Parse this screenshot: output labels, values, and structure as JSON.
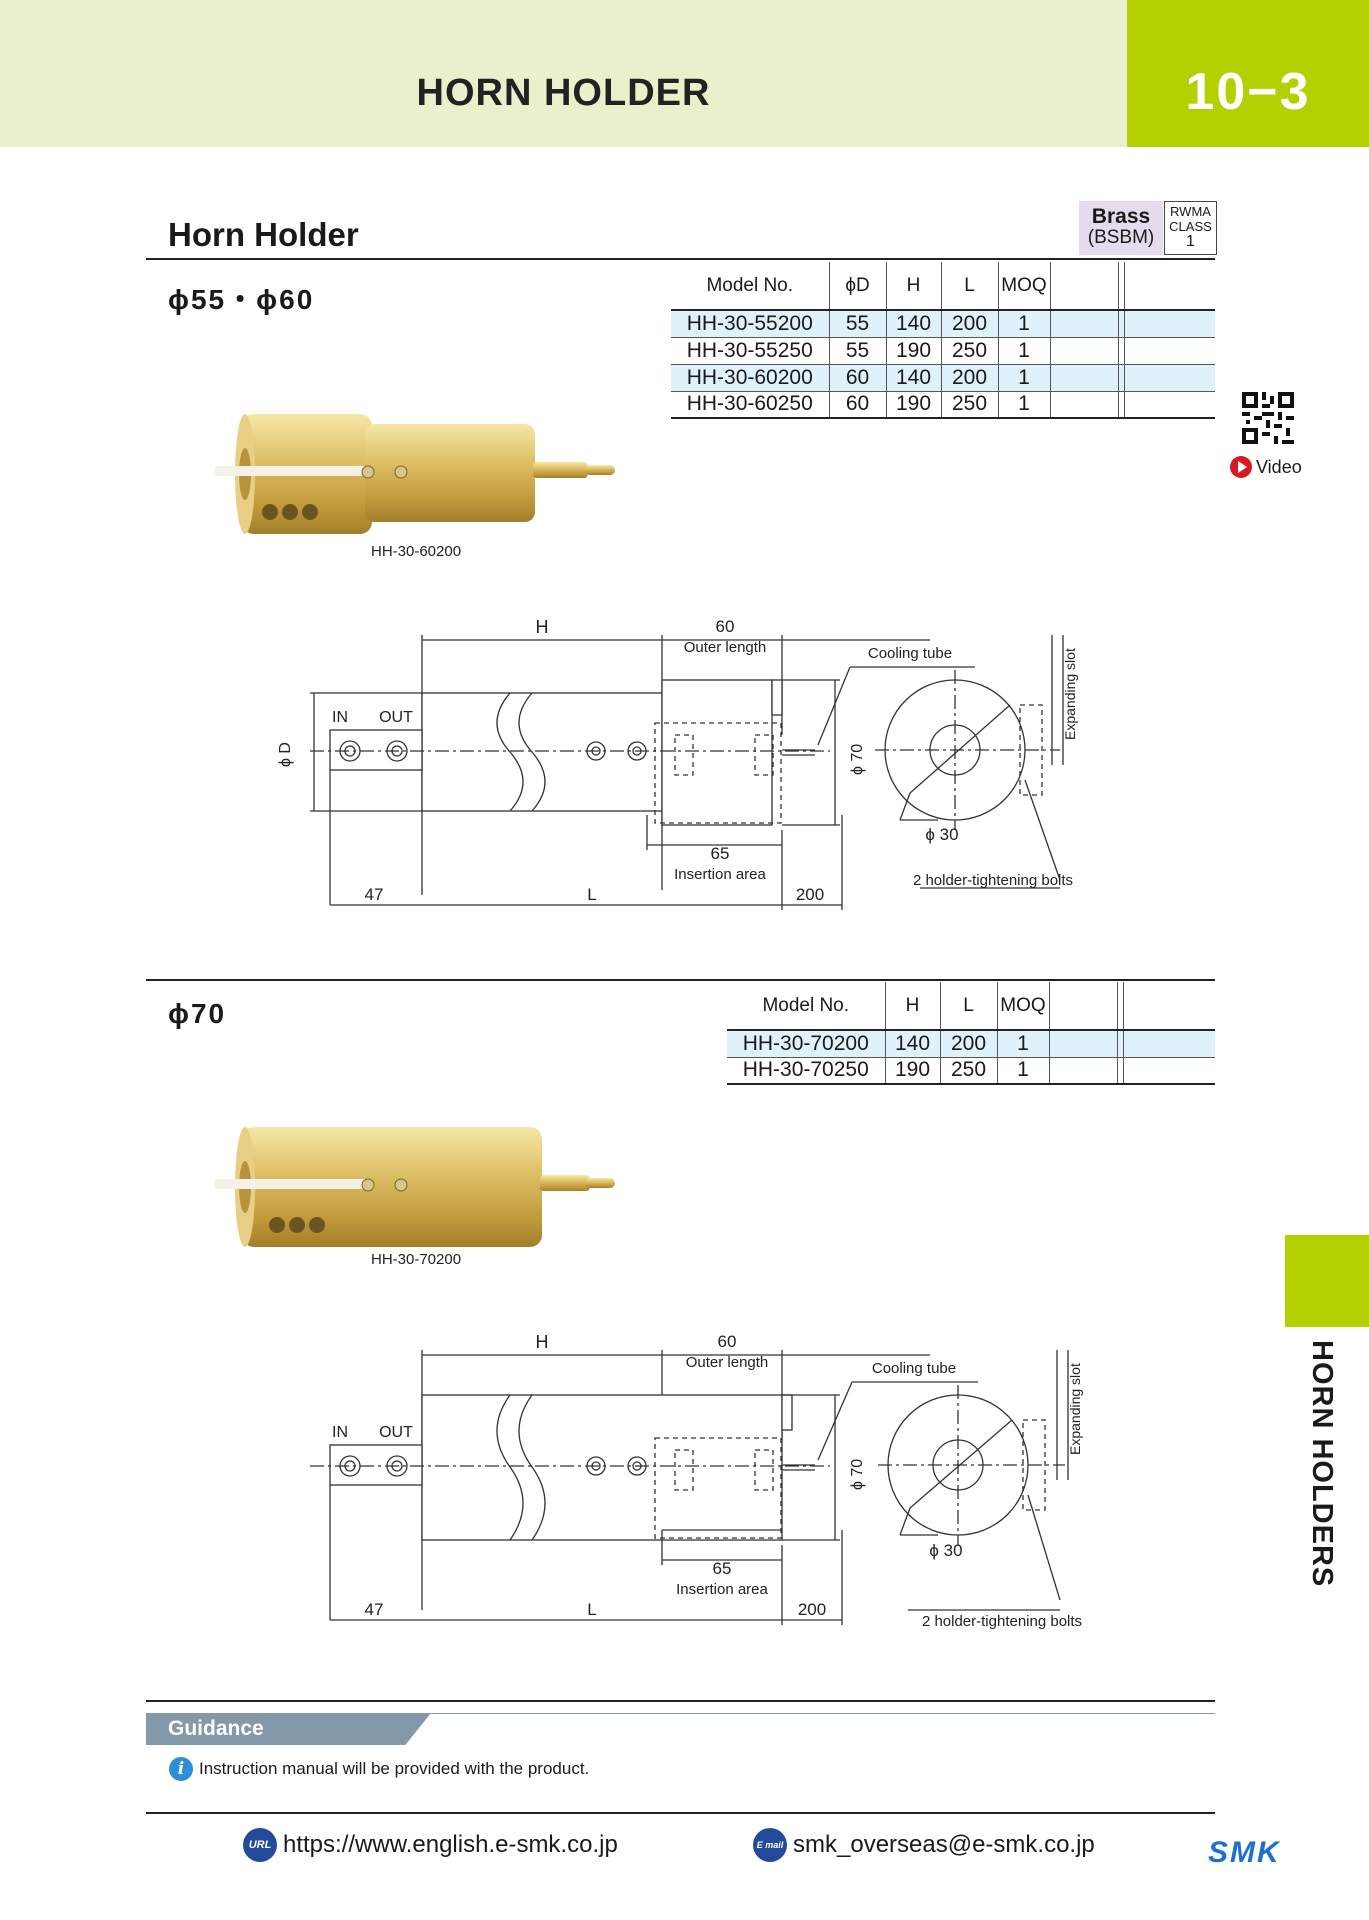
{
  "header": {
    "title": "HORN HOLDER",
    "page_number": "10−3"
  },
  "side_tab": {
    "label": "HORN HOLDERS"
  },
  "section": {
    "title": "Horn Holder",
    "material": {
      "name": "Brass",
      "code": "(BSBM)"
    },
    "rwma": {
      "line1": "RWMA",
      "line2": "CLASS",
      "line3": "1"
    }
  },
  "video": {
    "label": "Video"
  },
  "group1": {
    "label": "ϕ55・ϕ60",
    "headers": [
      "Model No.",
      "ϕD",
      "H",
      "L",
      "MOQ"
    ],
    "rows": [
      [
        "HH-30-55200",
        "55",
        "140",
        "200",
        "1"
      ],
      [
        "HH-30-55250",
        "55",
        "190",
        "250",
        "1"
      ],
      [
        "HH-30-60200",
        "60",
        "140",
        "200",
        "1"
      ],
      [
        "HH-30-60250",
        "60",
        "190",
        "250",
        "1"
      ]
    ],
    "photo_caption": "HH-30-60200"
  },
  "group2": {
    "label": "ϕ70",
    "headers": [
      "Model No.",
      "H",
      "L",
      "MOQ"
    ],
    "rows": [
      [
        "HH-30-70200",
        "140",
        "200",
        "1"
      ],
      [
        "HH-30-70250",
        "190",
        "250",
        "1"
      ]
    ],
    "photo_caption": "HH-30-70200"
  },
  "drawing": {
    "dim_h": "H",
    "dim_outer": "60",
    "outer_length": "Outer length",
    "cooling_tube": "Cooling tube",
    "expanding_slot": "Expanding slot",
    "in": "IN",
    "out": "OUT",
    "phi_d": "ϕ D",
    "phi_70": "ϕ 70",
    "phi_30": "ϕ 30",
    "dim_insert": "65",
    "insertion_area": "Insertion area",
    "dim_47": "47",
    "dim_l": "L",
    "dim_200": "200",
    "bolts": "2 holder-tightening bolts"
  },
  "guidance": {
    "title": "Guidance",
    "note": "Instruction manual will be provided with the product."
  },
  "footer": {
    "url_badge": "URL",
    "url": "https://www.english.e-smk.co.jp",
    "mail_badge": "E mail",
    "email": "smk_overseas@e-smk.co.jp",
    "logo": "SMK"
  }
}
